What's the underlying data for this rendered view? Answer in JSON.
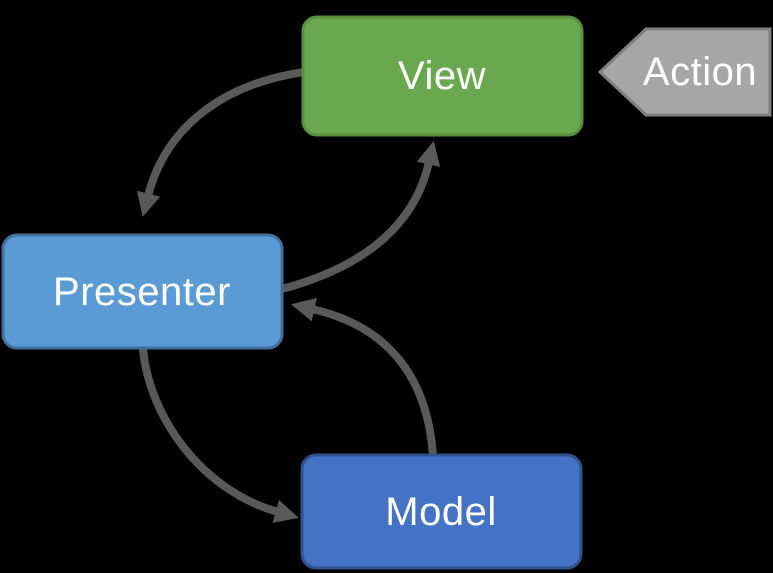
{
  "diagram": {
    "type": "flow",
    "pattern": "Model-View-Presenter",
    "nodes": {
      "view": {
        "label": "View"
      },
      "presenter": {
        "label": "Presenter"
      },
      "model": {
        "label": "Model"
      }
    },
    "input": {
      "label": "Action"
    },
    "edges": [
      {
        "from": "action",
        "to": "view",
        "style": "pentagon-pointer"
      },
      {
        "from": "view",
        "to": "presenter",
        "style": "curved-arrow"
      },
      {
        "from": "presenter",
        "to": "view",
        "style": "curved-arrow"
      },
      {
        "from": "presenter",
        "to": "model",
        "style": "curved-arrow"
      },
      {
        "from": "model",
        "to": "presenter",
        "style": "curved-arrow"
      }
    ]
  },
  "colors": {
    "background": "#000000",
    "connector": "#595959",
    "view_fill": "#6AA84F",
    "view_border": "#5A8F3F",
    "presenter_fill": "#5B9BD5",
    "presenter_border": "#41719C",
    "model_fill": "#4472C4",
    "model_border": "#2F528F",
    "action_fill": "#A6A6A6",
    "action_border": "#7F7F7F",
    "label_text": "#FFFFFF"
  }
}
